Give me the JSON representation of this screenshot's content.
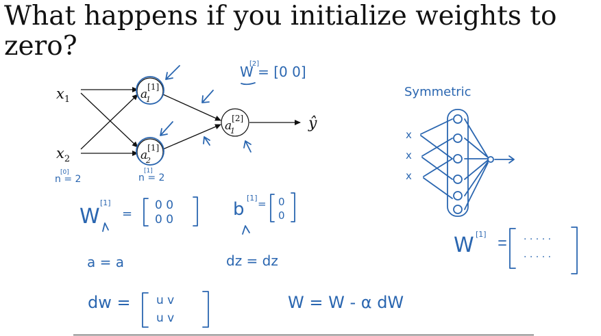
{
  "slide": {
    "title": "What happens if you initialize weights to zero?"
  },
  "network": {
    "inputs": [
      "x",
      "x"
    ],
    "input_subscripts": [
      "1",
      "2"
    ],
    "hidden_nodes": [
      {
        "base": "a",
        "superscript": "[1]",
        "subscript": "1"
      },
      {
        "base": "a",
        "superscript": "[1]",
        "subscript": "2"
      }
    ],
    "output_node": {
      "base": "a",
      "superscript": "[2]",
      "subscript": "1"
    },
    "output_label": "ŷ"
  },
  "annotations": {
    "w2_eq": "W = [0 0]",
    "w2_sup": "[2]",
    "n0": "n = 2",
    "n0_sup": "[0]",
    "n1": "n = 2",
    "n1_sup": "[1]",
    "w1_lhs": "W",
    "w1_sup": "[1]",
    "w1_eq": "=",
    "w1_row1": "0 0",
    "w1_row2": "0 0",
    "b1_lhs": "b",
    "b1_sup": "[1]",
    "b1_eq": "=",
    "b1_row1": "0",
    "b1_row2": "0",
    "a_eq": "a = a",
    "dz_eq": "dz = dz",
    "dw_lhs": "dw =",
    "dw_row1": "u   v",
    "dw_row2": "u   v",
    "update": "W = W - α dW",
    "symmetric": "Symmetric",
    "sym_x1": "x",
    "sym_x2": "x",
    "sym_x3": "x",
    "w_big": "W",
    "w_big_sup": "[1]",
    "w_big_row": "· · · · ·"
  }
}
